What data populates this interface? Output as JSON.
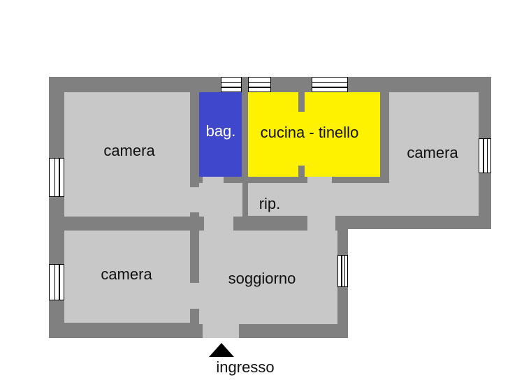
{
  "plan": {
    "rooms": {
      "camera_top_left": "camera",
      "bagno": "bag.",
      "cucina": "cucina - tinello",
      "camera_right": "camera",
      "ripostiglio": "rip.",
      "camera_bottom_left": "camera",
      "soggiorno": "soggiorno"
    },
    "entrance": "ingresso"
  },
  "colors": {
    "wall": "#808080",
    "room": "#c8c8c8",
    "bathroom": "#3f48cc",
    "kitchen": "#fff200"
  }
}
